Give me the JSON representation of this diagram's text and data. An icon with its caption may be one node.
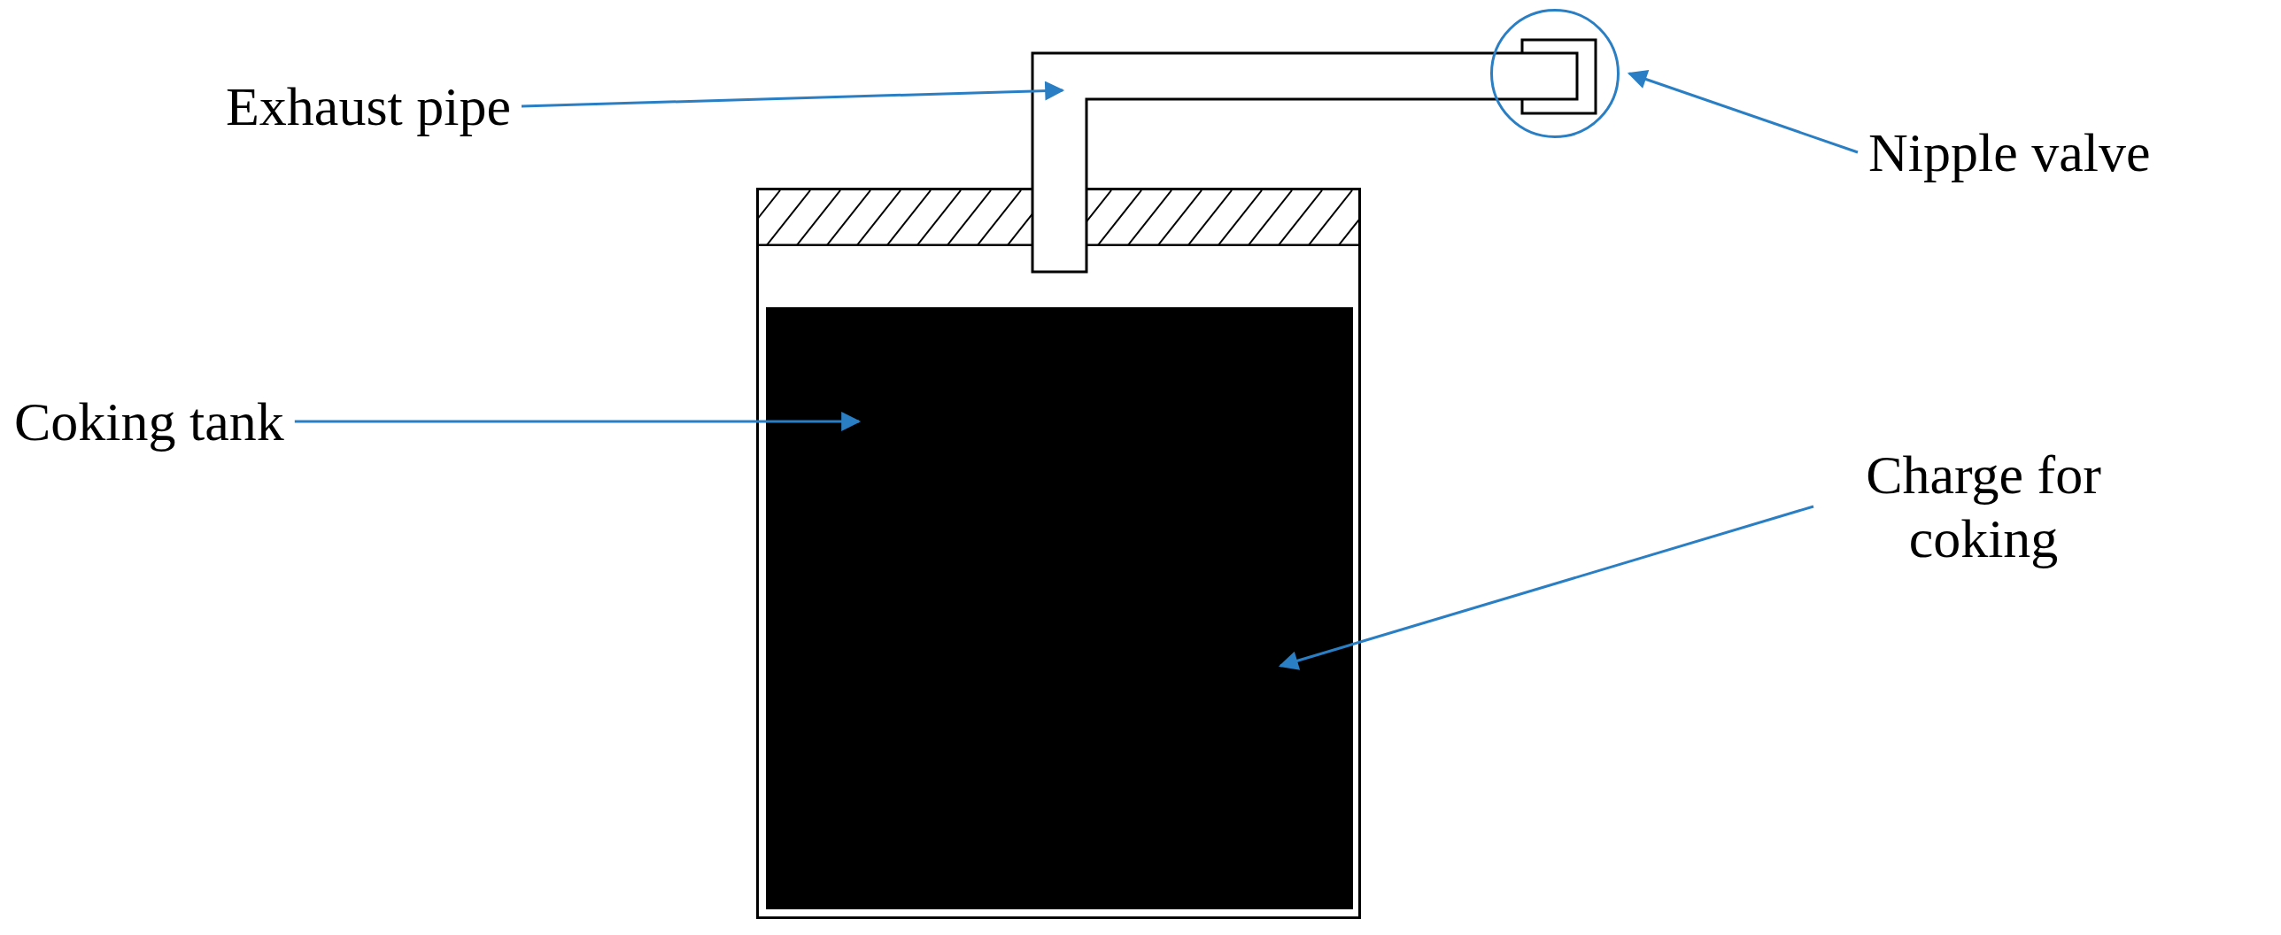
{
  "diagram": {
    "nodes": [
      {
        "text": [
          "Exhaust pipe"
        ]
      },
      {
        "text": [
          "Nipple valve"
        ]
      },
      {
        "text": [
          "Coking tank"
        ]
      },
      {
        "text": [
          "Charge for coking"
        ]
      },
      {
        "text": [],
        "shape": "pipe"
      },
      {
        "text": [],
        "shape": "circle"
      },
      {
        "text": [],
        "shape": "box"
      },
      {
        "text": [],
        "shape": "box",
        "in": 6
      }
    ],
    "edges": [
      {
        "from": 0,
        "to": 4,
        "arrow": "to"
      },
      {
        "from": 1,
        "to": 5,
        "arrow": "to"
      },
      {
        "from": 2,
        "to": 6,
        "arrow": "to"
      },
      {
        "from": 3,
        "to": 7,
        "arrow": "to"
      }
    ]
  }
}
